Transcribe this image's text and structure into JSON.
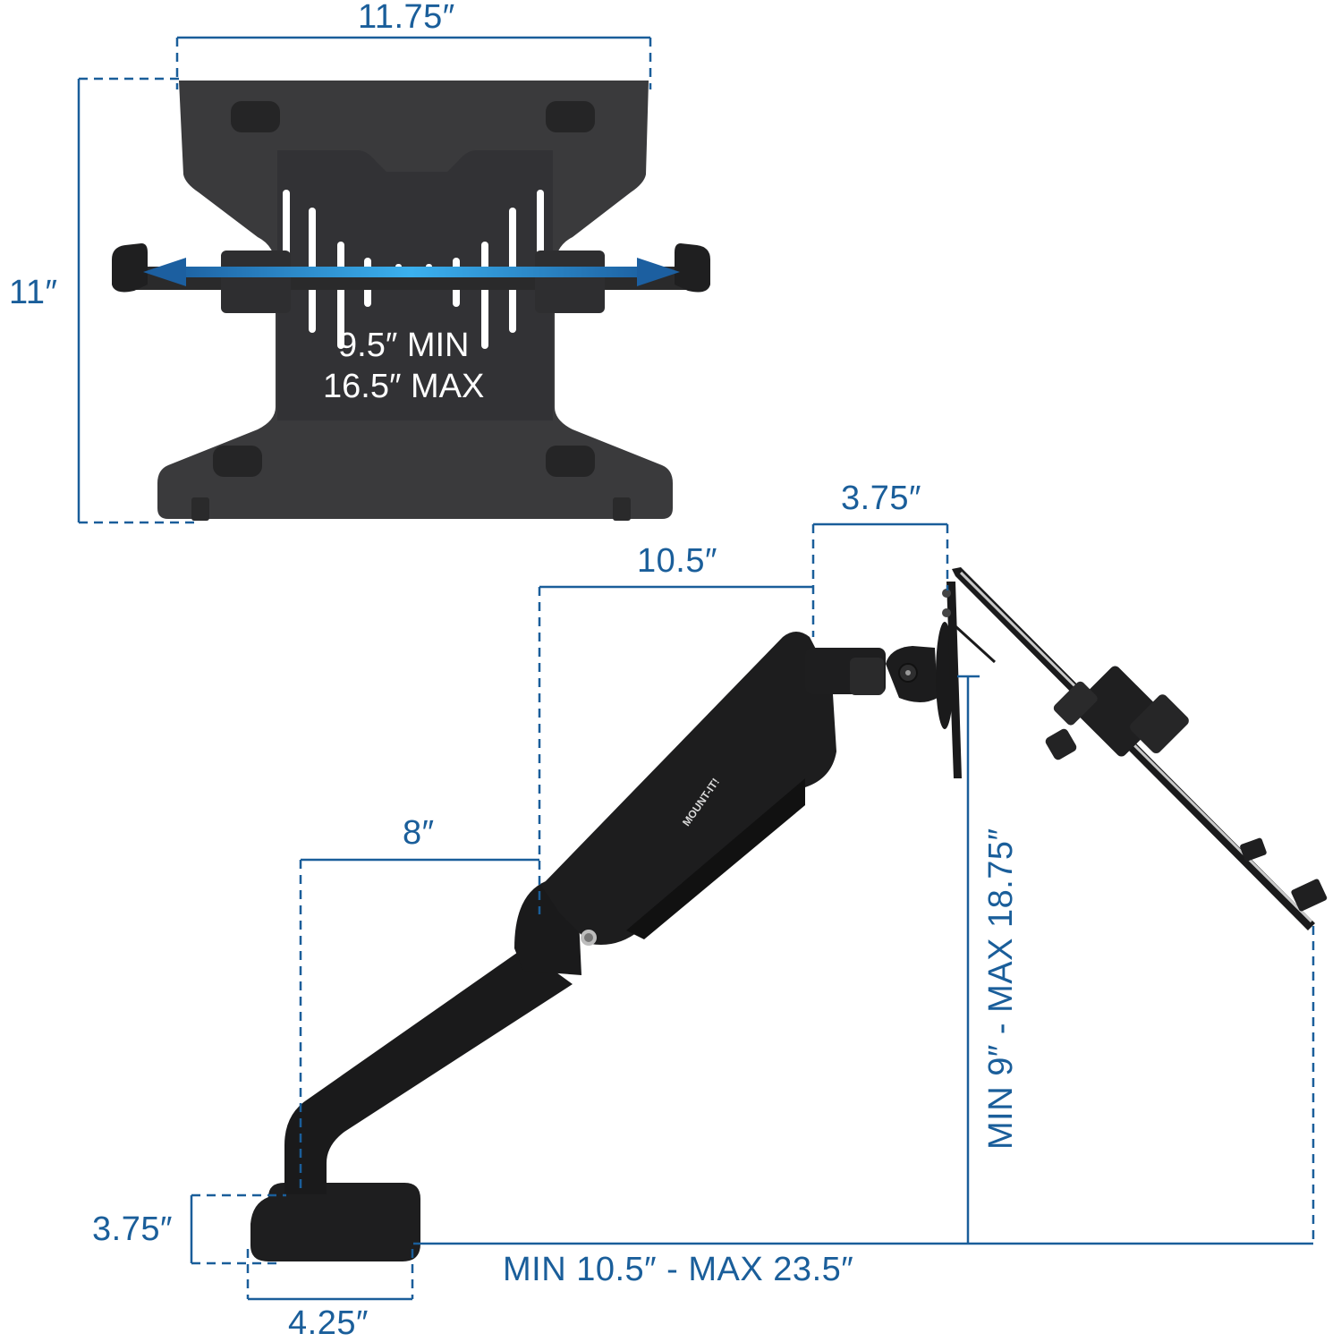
{
  "title": "Laptop tray monitor arm dimension diagram",
  "colors": {
    "dimension_blue": "#1a5e9a",
    "arrow_blue": "#2b8fd6",
    "product_black": "#1c1c1c",
    "tray_gray": "#3a3a3c",
    "background": "#ffffff"
  },
  "tray": {
    "width_label": "11.75″",
    "height_label": "11″",
    "adjust_min": "9.5″ MIN",
    "adjust_max": "16.5″ MAX",
    "arrow_icon": "double-headed-arrow"
  },
  "arm": {
    "brand": "MOUNT-IT!",
    "tilt_offset_label": "3.75″",
    "upper_arm_label": "10.5″",
    "lower_arm_label": "8″",
    "height_range_label": "MIN 9″ - MAX 18.75″",
    "reach_range_label": "MIN 10.5″ - MAX 23.5″",
    "base_height_label": "3.75″",
    "base_width_label": "4.25″"
  }
}
